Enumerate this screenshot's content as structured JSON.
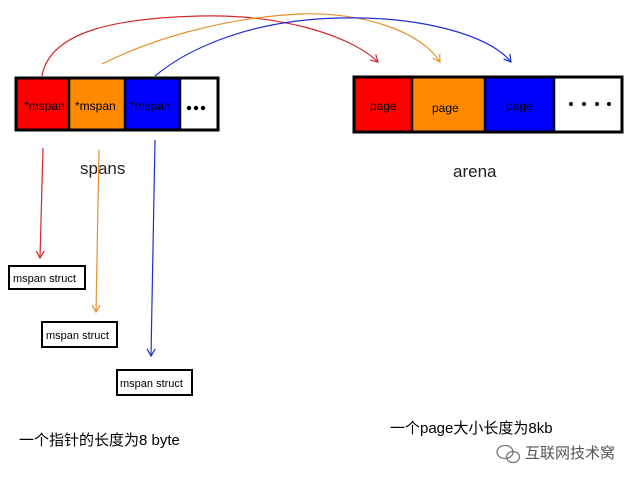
{
  "spans": {
    "label": "spans",
    "cells": [
      "*mspan",
      "*mspan",
      "*mspan",
      ""
    ]
  },
  "arena": {
    "label": "arena",
    "cells": [
      "page",
      "page",
      "page",
      ""
    ]
  },
  "structs": [
    "mspan struct",
    "mspan struct",
    "mspan struct"
  ],
  "notes": {
    "pointer_size": "一个指针的长度为8 byte",
    "page_size": "一个page大小长度为8kb"
  },
  "watermark": {
    "text": "互联网技术窝",
    "icon": "wechat-icon"
  },
  "colors": {
    "red": "#ff0000",
    "orange": "#ff8a00",
    "blue": "#0000ff",
    "white": "#ffffff",
    "red_arrow": "#d42a2a",
    "orange_arrow": "#e6912e",
    "blue_arrow": "#1f2ed0"
  }
}
